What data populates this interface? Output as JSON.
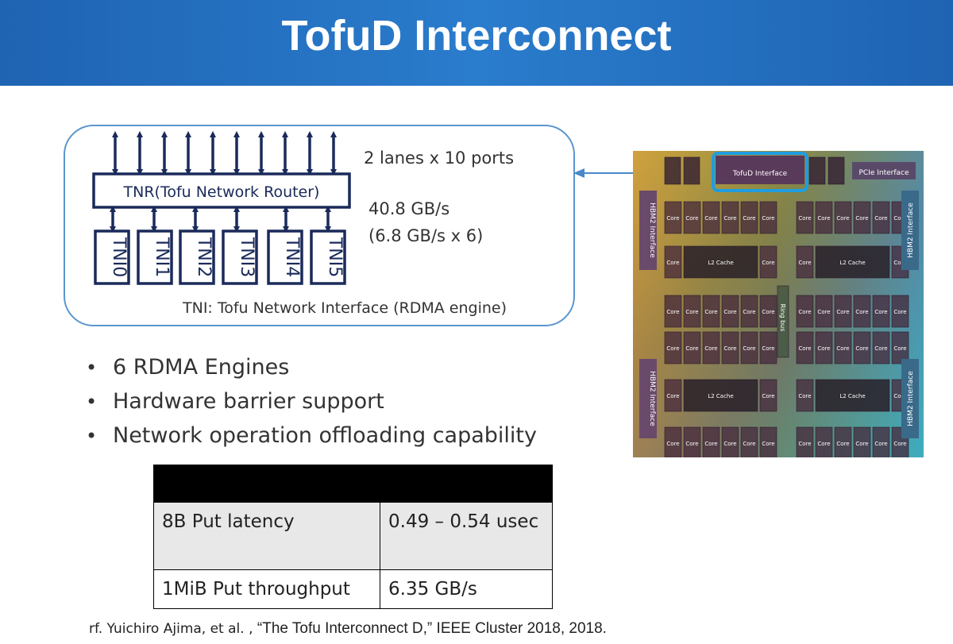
{
  "slide": {
    "title": "TofuD Interconnect"
  },
  "diagram": {
    "router_label": "TNR(Tofu Network Router)",
    "tni_labels": [
      "TNI0",
      "TNI1",
      "TNI2",
      "TNI3",
      "TNI4",
      "TNI5"
    ],
    "lanes_note": "2 lanes x 10 ports",
    "bandwidth": "40.8 GB/s",
    "bandwidth_detail": "(6.8 GB/s x 6)",
    "tni_caption": "TNI: Tofu Network Interface (RDMA engine)"
  },
  "bullets": [
    "6 RDMA Engines",
    "Hardware barrier support",
    "Network operation offloading capability"
  ],
  "table": {
    "rows": [
      {
        "metric": "8B Put latency",
        "value": "0.49 – 0.54 usec"
      },
      {
        "metric": "1MiB Put throughput",
        "value": "6.35 GB/s"
      }
    ]
  },
  "reference": {
    "prefix": "rf. Yuichiro Ajima, et al. ,",
    "citation": "“The Tofu Interconnect D,” IEEE Cluster 2018, 2018."
  },
  "die": {
    "tofud_label": "TofuD Interface",
    "pcie_label": "PCIe Interface",
    "hbm_label": "HBM2 Interface",
    "core_label": "Core",
    "cache_label": "L2 Cache",
    "ring_label": "Ring bus"
  },
  "colors": {
    "header": "#2a7ccc",
    "diagram_border": "#5b95cf",
    "diagram_ink": "#1a2a5a",
    "highlight": "#1f9de0"
  }
}
